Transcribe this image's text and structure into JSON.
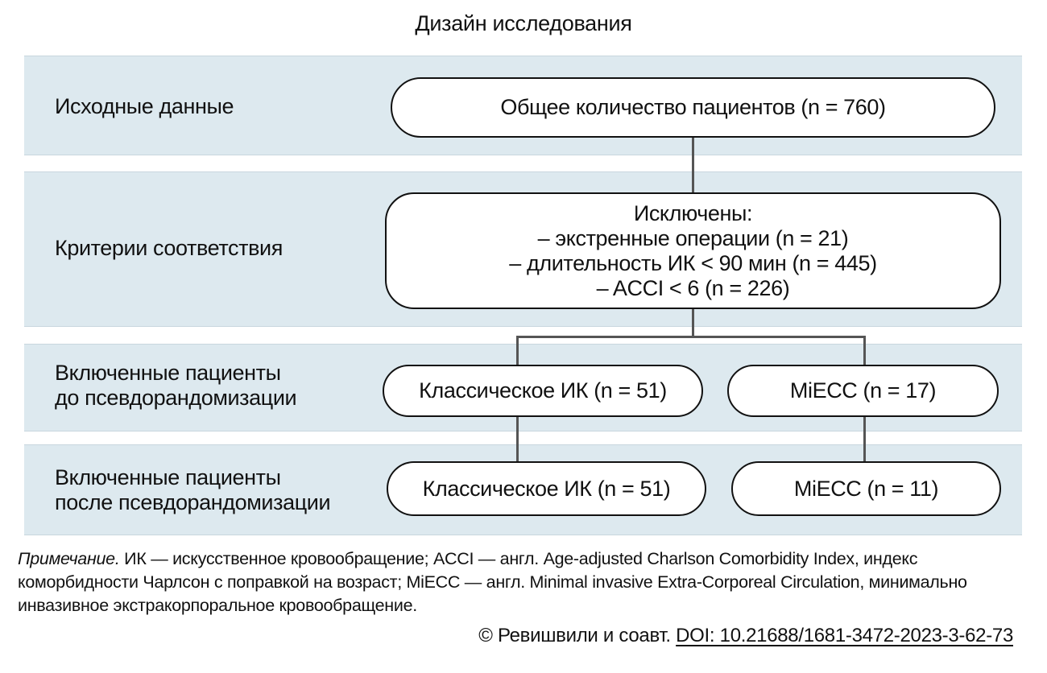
{
  "title": "Дизайн исследования",
  "rows": [
    {
      "label_lines": [
        "Исходные данные"
      ]
    },
    {
      "label_lines": [
        "Критерии соответствия"
      ]
    },
    {
      "label_lines": [
        "Включенные пациенты",
        "до псевдорандомизации"
      ]
    },
    {
      "label_lines": [
        "Включенные пациенты",
        "после псевдорандомизации"
      ]
    }
  ],
  "boxes": {
    "total": "Общее количество пациентов (n = 760)",
    "excluded": {
      "heading": "Исключены:",
      "items": [
        "– экстренные операции (n = 21)",
        "– длительность ИК < 90 мин (n = 445)",
        "– ACCI < 6 (n = 226)"
      ]
    },
    "before": {
      "classic": "Классическое ИК (n = 51)",
      "miecc": "MiECC (n = 17)"
    },
    "after": {
      "classic": "Классическое ИК (n = 51)",
      "miecc": "MiECC (n = 11)"
    }
  },
  "note": {
    "label": "Примечание.",
    "text": " ИК — искусственное кровообращение; ACCI — англ. Age-adjusted Charlson Comorbidity Index, индекс коморбидности Чарлсон с поправкой на возраст; MiECC — англ. Minimal invasive Extra-Corporeal Circulation, минимально инвазивное экстракорпоральное кровообращение."
  },
  "credit": {
    "authors": "© Ревишвили и соавт.",
    "doi": "DOI: 10.21688/1681-3472-2023-3-62-73"
  },
  "colors": {
    "band": "#dde9ef",
    "connector": "#555555",
    "box_border": "#111111"
  }
}
